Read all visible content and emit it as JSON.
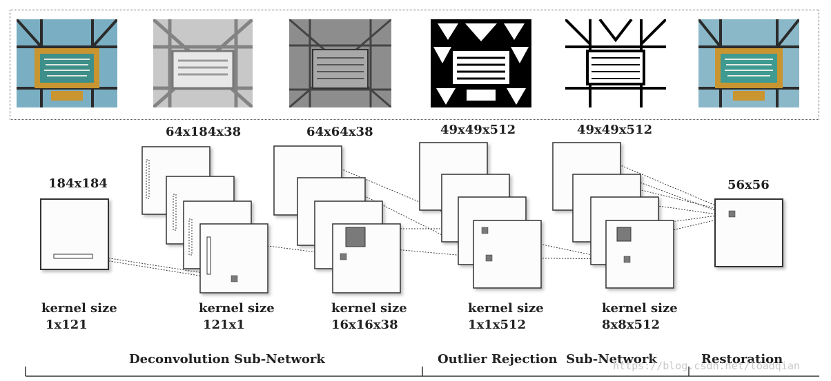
{
  "images": [
    {
      "name": "input-image-icon",
      "style": "color"
    },
    {
      "name": "deconv1-output-icon",
      "style": "blur"
    },
    {
      "name": "deconv2-output-icon",
      "style": "gray"
    },
    {
      "name": "outlier1-output-icon",
      "style": "binary"
    },
    {
      "name": "outlier2-output-icon",
      "style": "binary"
    },
    {
      "name": "restored-image-icon",
      "style": "color"
    }
  ],
  "dims": {
    "input": "184x184",
    "deconv1": "64x184x38",
    "deconv2": "64x64x38",
    "outlier1": "49x49x512",
    "outlier2": "49x49x512",
    "output": "56x56"
  },
  "kernels": [
    {
      "title": "kernel size",
      "size": "1x121"
    },
    {
      "title": "kernel size",
      "size": "121x1"
    },
    {
      "title": "kernel size",
      "size": "16x16x38"
    },
    {
      "title": "kernel size",
      "size": "1x1x512"
    },
    {
      "title": "kernel size",
      "size": "8x8x512"
    }
  ],
  "stages": {
    "deconv": "Deconvolution Sub-Network",
    "outlier": "Outlier Rejection  Sub-Network",
    "restoration": "Restoration"
  },
  "watermark": "https://blog.csdn.net/loadqian",
  "colors": {
    "line": "#333333",
    "patch": "#7a7a7a",
    "box_fill": "#fcfcfc"
  }
}
